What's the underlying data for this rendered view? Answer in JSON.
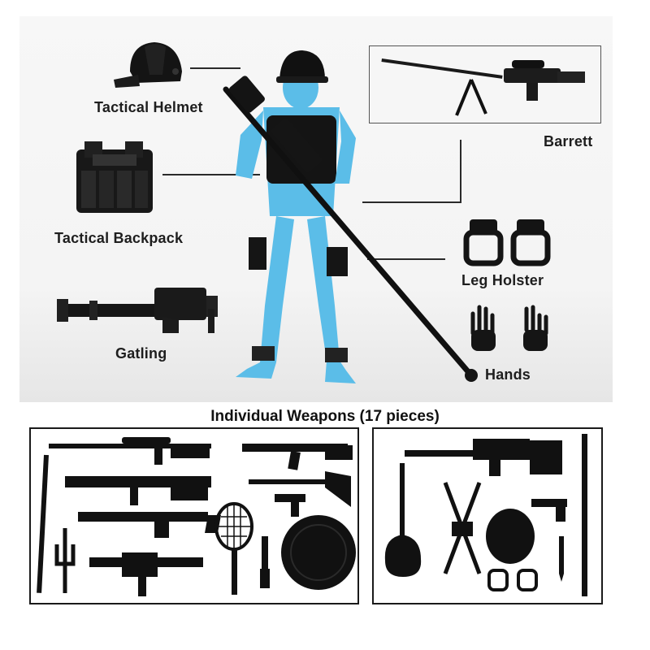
{
  "callouts": {
    "helmet": "Tactical Helmet",
    "backpack": "Tactical Backpack",
    "gatling": "Gatling",
    "barrett": "Barrett",
    "holster": "Leg Holster",
    "hands": "Hands"
  },
  "weapons_heading": "Individual Weapons (17 pieces)",
  "colors": {
    "figure_blue": "#5bbde8",
    "accessory_black": "#111111"
  }
}
